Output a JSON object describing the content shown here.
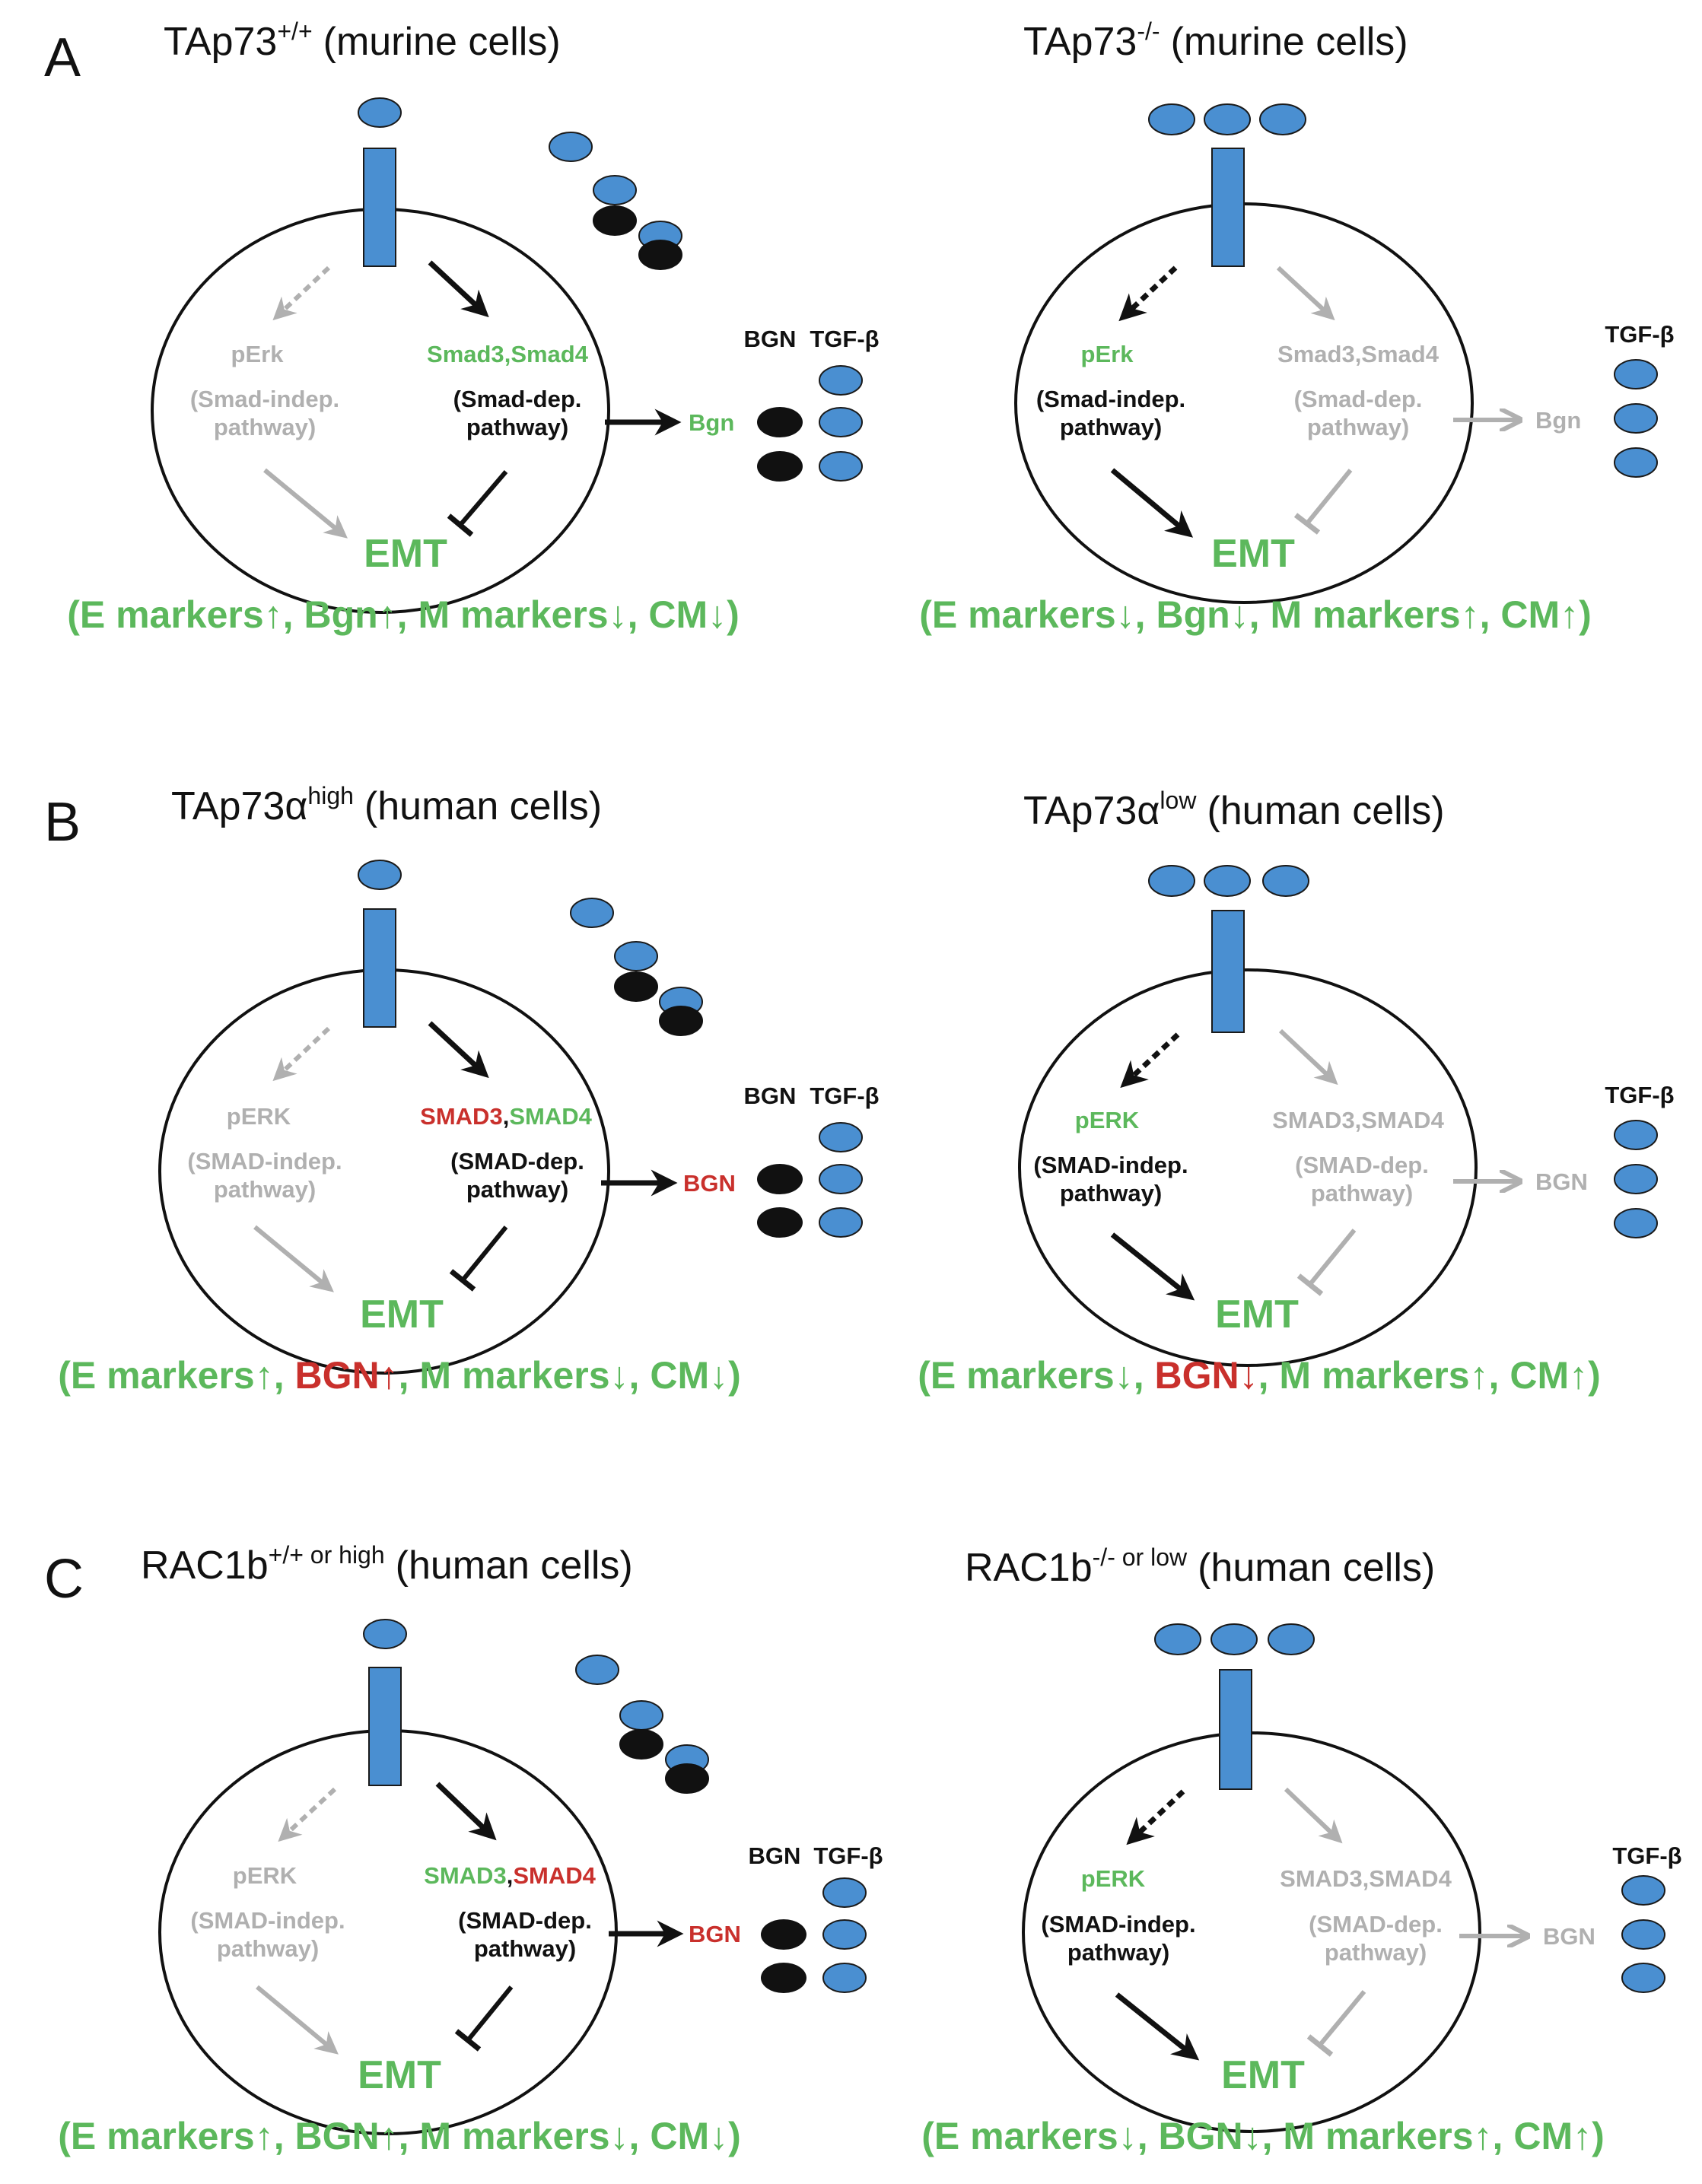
{
  "colors": {
    "green": "#5cb85c",
    "red": "#c9302c",
    "grey": "#b0b0b0",
    "black": "#111111",
    "receptor_blue": "#4a8fd1"
  },
  "panels": [
    {
      "letter": "A",
      "left": {
        "title_main": "TAp73",
        "title_sup": "+/+",
        "title_rest": "(murine cells)",
        "perk": "pErk",
        "indep_line1": "(Smad-indep.",
        "indep_line2": "pathway)",
        "smad_part1": "Smad3",
        "smad_comma": ",",
        "smad_part2": "Smad4",
        "dep_line1": "(Smad-dep.",
        "dep_line2": "pathway)",
        "bgn_label": "Bgn",
        "legend_bgn": "BGN",
        "legend_tgf": "TGF-β",
        "emt": "EMT",
        "sum_pre": "(E markers↑, ",
        "sum_mid": "Bgn↑",
        "sum_post": ", M markers↓, CM↓)"
      },
      "right": {
        "title_main": "TAp73",
        "title_sup": "-/-",
        "title_rest": "(murine cells)",
        "perk": "pErk",
        "indep_line1": "(Smad-indep.",
        "indep_line2": "pathway)",
        "smad": "Smad3,Smad4",
        "dep_line1": "(Smad-dep.",
        "dep_line2": "pathway)",
        "bgn_label": "Bgn",
        "legend_tgf": "TGF-β",
        "emt": "EMT",
        "sum_pre": "(E markers↓, ",
        "sum_mid": "Bgn↓",
        "sum_post": ", M markers↑, CM↑)"
      }
    },
    {
      "letter": "B",
      "left": {
        "title_main": "TAp73α",
        "title_sup": "high",
        "title_rest": "(human cells)",
        "perk": "pERK",
        "indep_line1": "(SMAD-indep.",
        "indep_line2": "pathway)",
        "smad_part1": "SMAD3",
        "smad_comma": ",",
        "smad_part2": "SMAD4",
        "dep_line1": "(SMAD-dep.",
        "dep_line2": "pathway)",
        "bgn_label": "BGN",
        "legend_bgn": "BGN",
        "legend_tgf": "TGF-β",
        "emt": "EMT",
        "sum_pre": "(E markers↑, ",
        "sum_mid": "BGN↑",
        "sum_post": ", M markers↓, CM↓)"
      },
      "right": {
        "title_main": "TAp73α",
        "title_sup": "low",
        "title_rest": "(human cells)",
        "perk": "pERK",
        "indep_line1": "(SMAD-indep.",
        "indep_line2": "pathway)",
        "smad": "SMAD3,SMAD4",
        "dep_line1": "(SMAD-dep.",
        "dep_line2": "pathway)",
        "bgn_label": "BGN",
        "legend_tgf": "TGF-β",
        "emt": "EMT",
        "sum_pre": "(E markers↓, ",
        "sum_mid": "BGN↓",
        "sum_post": ", M markers↑, CM↑)"
      }
    },
    {
      "letter": "C",
      "left": {
        "title_main": "RAC1b",
        "title_sup": "+/+ or high",
        "title_rest": "(human cells)",
        "perk": "pERK",
        "indep_line1": "(SMAD-indep.",
        "indep_line2": "pathway)",
        "smad_part1": "SMAD3",
        "smad_comma": ",",
        "smad_part2": "SMAD4",
        "dep_line1": "(SMAD-dep.",
        "dep_line2": "pathway)",
        "bgn_label": "BGN",
        "legend_bgn": "BGN",
        "legend_tgf": "TGF-β",
        "emt": "EMT",
        "sum_pre": "(E markers↑, ",
        "sum_mid": "BGN↑",
        "sum_post": ", M markers↓, CM↓)"
      },
      "right": {
        "title_main": "RAC1b",
        "title_sup": "-/- or low",
        "title_rest": "(human cells)",
        "perk": "pERK",
        "indep_line1": "(SMAD-indep.",
        "indep_line2": "pathway)",
        "smad": "SMAD3,SMAD4",
        "dep_line1": "(SMAD-dep.",
        "dep_line2": "pathway)",
        "bgn_label": "BGN",
        "legend_tgf": "TGF-β",
        "emt": "EMT",
        "sum_pre": "(E markers↓, ",
        "sum_mid": "BGN↓",
        "sum_post": ", M markers↑, CM↑)"
      }
    }
  ]
}
